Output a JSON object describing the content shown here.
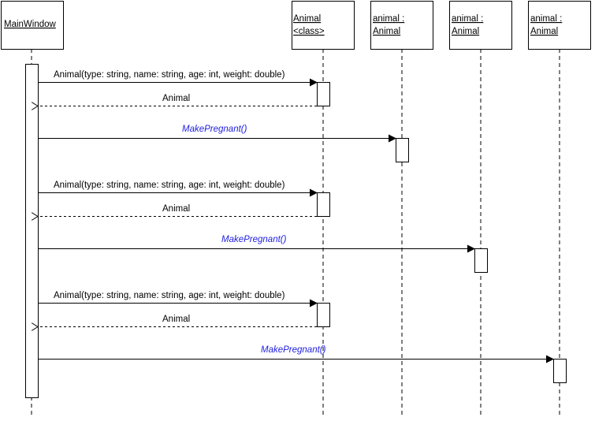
{
  "colors": {
    "line": "#000000",
    "box_fill": "#ffffff",
    "async_label": "#2020e0"
  },
  "lifelines": [
    {
      "id": "mainwindow",
      "lines": [
        "MainWindow"
      ]
    },
    {
      "id": "animal-class",
      "lines": [
        "Animal",
        "<class>"
      ]
    },
    {
      "id": "animal-1",
      "lines": [
        "animal :",
        "Animal"
      ]
    },
    {
      "id": "animal-2",
      "lines": [
        "animal :",
        "Animal"
      ]
    },
    {
      "id": "animal-3",
      "lines": [
        "animal :",
        "Animal"
      ]
    }
  ],
  "messages": [
    {
      "from": "mainwindow",
      "to": "animal-class",
      "kind": "call",
      "label": "Animal(type: string, name: string, age: int, weight: double)"
    },
    {
      "from": "animal-class",
      "to": "mainwindow",
      "kind": "return",
      "label": "Animal"
    },
    {
      "from": "mainwindow",
      "to": "animal-1",
      "kind": "call",
      "style": "italic-blue",
      "label": "MakePregnant()"
    },
    {
      "from": "mainwindow",
      "to": "animal-class",
      "kind": "call",
      "label": "Animal(type: string, name: string, age: int, weight: double)"
    },
    {
      "from": "animal-class",
      "to": "mainwindow",
      "kind": "return",
      "label": "Animal"
    },
    {
      "from": "mainwindow",
      "to": "animal-2",
      "kind": "call",
      "style": "italic-blue",
      "label": "MakePregnant()"
    },
    {
      "from": "mainwindow",
      "to": "animal-class",
      "kind": "call",
      "label": "Animal(type: string, name: string, age: int, weight: double)"
    },
    {
      "from": "animal-class",
      "to": "mainwindow",
      "kind": "return",
      "label": "Animal"
    },
    {
      "from": "mainwindow",
      "to": "animal-3",
      "kind": "call",
      "style": "italic-blue",
      "label": "MakePregnant()"
    }
  ]
}
